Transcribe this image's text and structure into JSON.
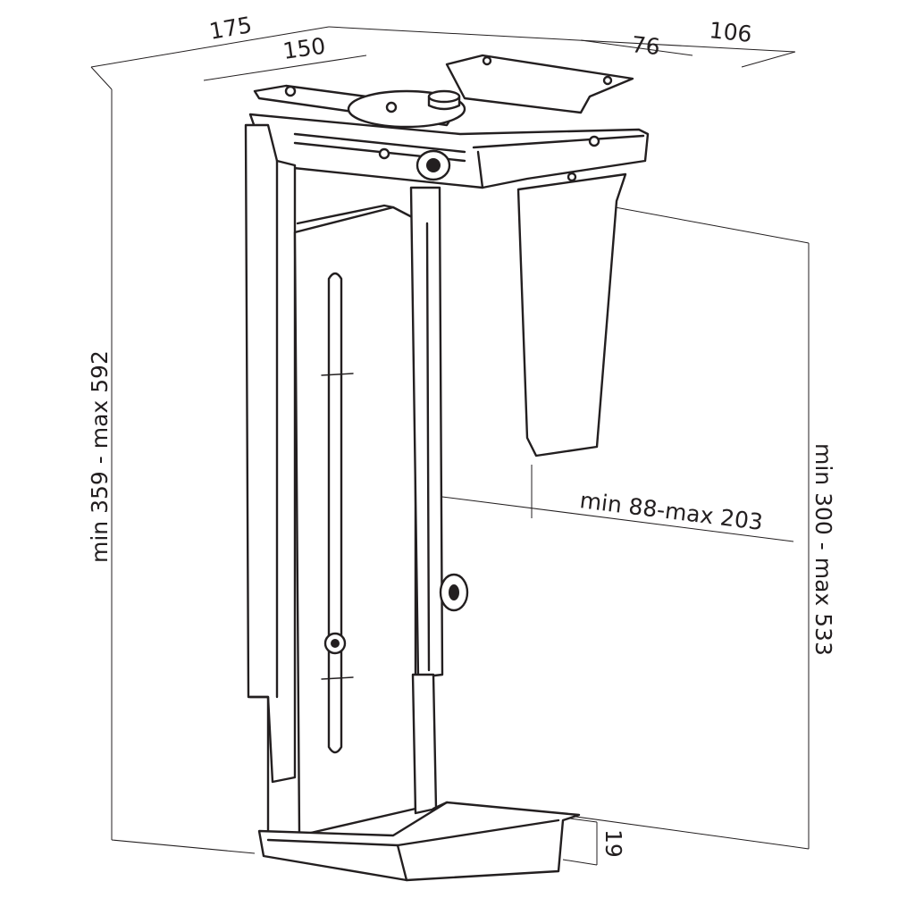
{
  "product": "under-desk pc holder bracket",
  "dimensions": {
    "top_depth_outer": "175",
    "top_depth_inner": "150",
    "top_width_outer": "106",
    "top_width_inner": "76",
    "height_range": "min 359 - max 592",
    "inner_height_range": "min 300 - max 533",
    "width_range": "min 88-max 203",
    "base_height": "19"
  },
  "colors": {
    "line": "#231f20",
    "background": "#ffffff"
  }
}
